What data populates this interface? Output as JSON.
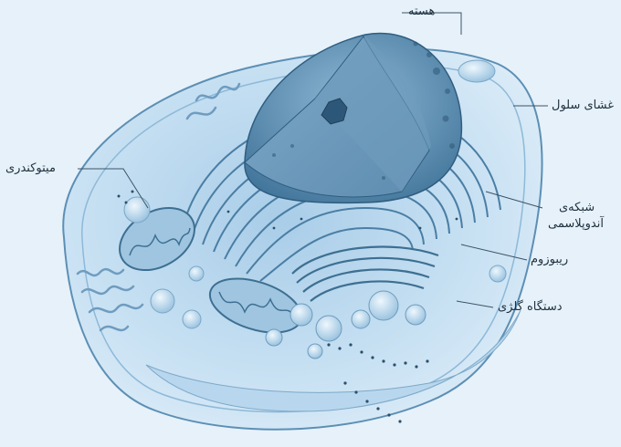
{
  "diagram": {
    "labels": {
      "nucleus": "هسته",
      "cell_membrane": "غشای سلول",
      "mitochondrion": "میتوکندری",
      "er_line1": "شبکه‌ی",
      "er_line2": "آندوپلاسمی",
      "ribosome": "ریبوزوم",
      "golgi": "دستگاه گلژی"
    },
    "colors": {
      "background": "#e6f1fa",
      "cell_light": "#c8e1f3",
      "cell_mid": "#8db9d8",
      "cell_dark": "#3d6f92",
      "leader": "#3c5466",
      "text": "#1e2f3d"
    }
  }
}
